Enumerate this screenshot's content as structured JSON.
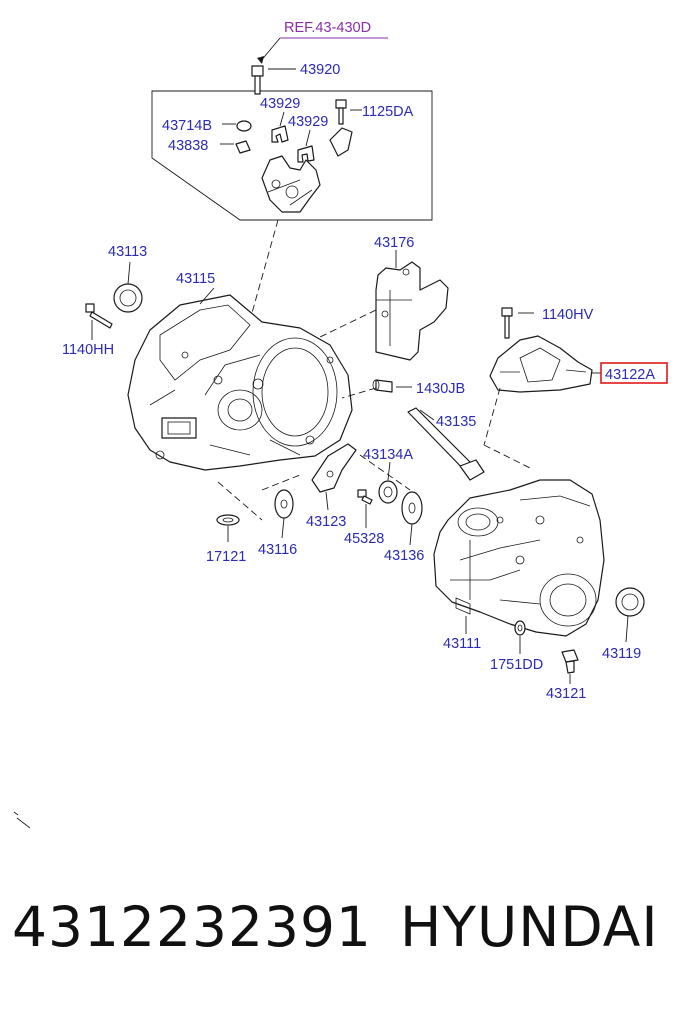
{
  "reference_label": "REF.43-430D",
  "highlighted_part": "43122A",
  "part_labels": {
    "p43920": "43920",
    "p43929a": "43929",
    "p43929b": "43929",
    "p1125DA": "1125DA",
    "p43714B": "43714B",
    "p43838": "43838",
    "p43113": "43113",
    "p43115": "43115",
    "p43176": "43176",
    "p1140HH": "1140HH",
    "p1140HV": "1140HV",
    "p1430JB": "1430JB",
    "p43135": "43135",
    "p43134A": "43134A",
    "p43123": "43123",
    "p45328": "45328",
    "p43136": "43136",
    "p17121": "17121",
    "p43116": "43116",
    "p43111": "43111",
    "p1751DD": "1751DD",
    "p43119": "43119",
    "p43121": "43121"
  },
  "caption": {
    "part_number": "4312232391",
    "brand": "HYUNDAI"
  }
}
